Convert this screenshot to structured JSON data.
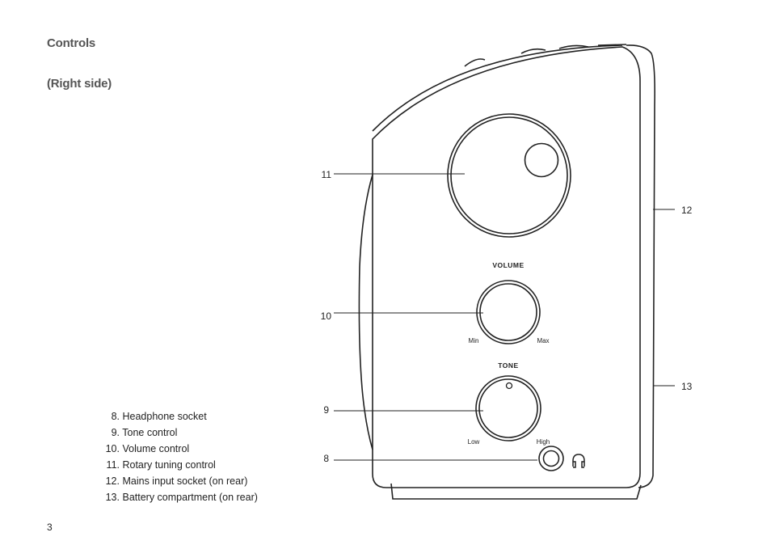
{
  "headings": {
    "controls": "Controls",
    "side": "(Right side)"
  },
  "labels": {
    "volume": "VOLUME",
    "volume_min": "Min",
    "volume_max": "Max",
    "tone": "TONE",
    "tone_low": "Low",
    "tone_high": "High"
  },
  "callouts": [
    "11",
    "12",
    "10",
    "13",
    "9",
    "8"
  ],
  "legend": [
    {
      "num": "8.",
      "text": "Headphone socket"
    },
    {
      "num": "9.",
      "text": "Tone control"
    },
    {
      "num": "10.",
      "text": "Volume control"
    },
    {
      "num": "11.",
      "text": "Rotary tuning control"
    },
    {
      "num": "12.",
      "text": "Mains input socket (on rear)"
    },
    {
      "num": "13.",
      "text": "Battery compartment (on rear)"
    }
  ],
  "page_number": "3"
}
